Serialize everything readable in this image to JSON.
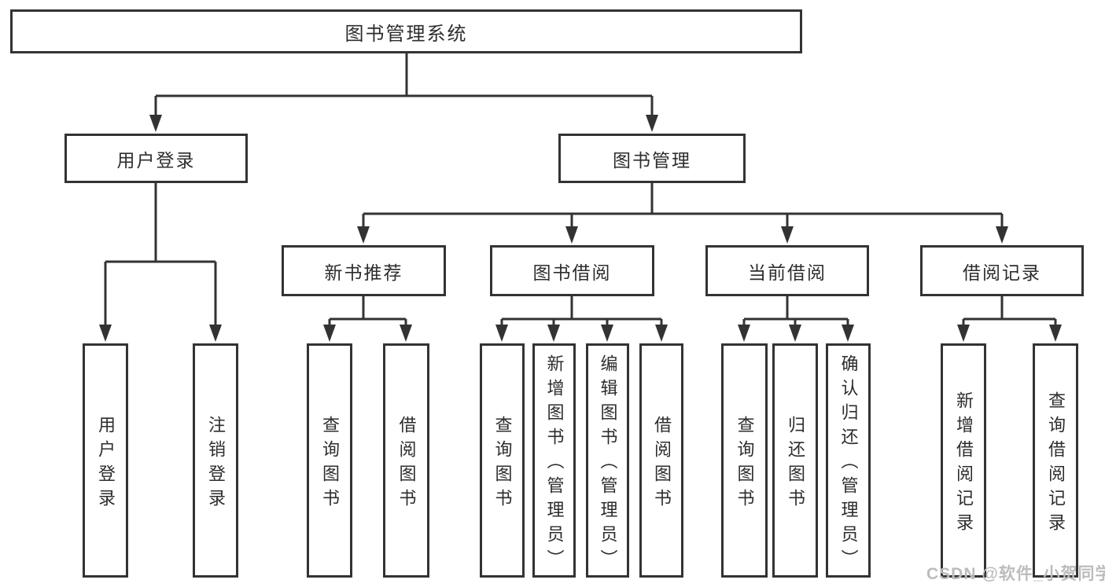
{
  "diagram": {
    "type": "hierarchy-tree",
    "nodes": {
      "root": "图书管理系统",
      "branch_user": "用户登录",
      "branch_books": "图书管理",
      "cat_new_books": "新书推荐",
      "cat_borrow": "图书借阅",
      "cat_current": "当前借阅",
      "cat_records": "借阅记录",
      "leaf_user_login": "用户登录",
      "leaf_user_logout": "注销登录",
      "leaf_nb_query_book": "查询图书",
      "leaf_nb_borrow_book": "借阅图书",
      "leaf_bb_query_book": "查询图书",
      "leaf_bb_add_book": "新增图书（管理员）",
      "leaf_bb_edit_book": "编辑图书（管理员）",
      "leaf_bb_borrow_book": "借阅图书",
      "leaf_cur_query_book": "查询图书",
      "leaf_cur_return_book": "归还图书",
      "leaf_cur_confirm_return": "确认归还（管理员）",
      "leaf_rec_add_record": "新增借阅记录",
      "leaf_rec_query_record": "查询借阅记录"
    },
    "edges": [
      [
        "root",
        "branch_user"
      ],
      [
        "root",
        "branch_books"
      ],
      [
        "branch_user",
        "leaf_user_login"
      ],
      [
        "branch_user",
        "leaf_user_logout"
      ],
      [
        "branch_books",
        "cat_new_books"
      ],
      [
        "branch_books",
        "cat_borrow"
      ],
      [
        "branch_books",
        "cat_current"
      ],
      [
        "branch_books",
        "cat_records"
      ],
      [
        "cat_new_books",
        "leaf_nb_query_book"
      ],
      [
        "cat_new_books",
        "leaf_nb_borrow_book"
      ],
      [
        "cat_borrow",
        "leaf_bb_query_book"
      ],
      [
        "cat_borrow",
        "leaf_bb_add_book"
      ],
      [
        "cat_borrow",
        "leaf_bb_edit_book"
      ],
      [
        "cat_borrow",
        "leaf_bb_borrow_book"
      ],
      [
        "cat_current",
        "leaf_cur_query_book"
      ],
      [
        "cat_current",
        "leaf_cur_return_book"
      ],
      [
        "cat_current",
        "leaf_cur_confirm_return"
      ],
      [
        "cat_records",
        "leaf_rec_add_record"
      ],
      [
        "cat_records",
        "leaf_rec_query_record"
      ]
    ],
    "colors": {
      "line": "#333333",
      "text": "#2d2d2d",
      "background": "#ffffff",
      "watermark": "#bcbcbc"
    }
  },
  "watermark": "CSDN @软件_小贺同学"
}
